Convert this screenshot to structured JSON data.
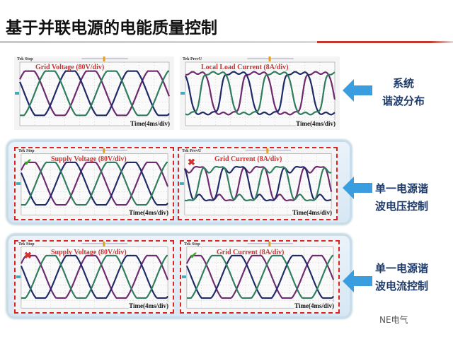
{
  "title": "基于并联电源的电能质量控制",
  "rows": [
    {
      "label_lines": [
        "系统",
        "谐波分布"
      ],
      "scopes": [
        {
          "tek": "Tek Stop",
          "label": "Grid Voltage  (80V/div)",
          "time": "Time(4ms/div)",
          "mark": "",
          "wave": "sine"
        },
        {
          "tek": "Tek PrevU",
          "label": "Local Load Current  (8A/div)",
          "time": "Time(4ms/div)",
          "mark": "",
          "wave": "square"
        }
      ]
    },
    {
      "label_lines": [
        "单一电源谐",
        "波电压控制"
      ],
      "scopes": [
        {
          "tek": "Tek Stop",
          "label": "Supply Voltage  (80V/div)",
          "time": "Time(4ms/div)",
          "mark": "✔",
          "wave": "sine"
        },
        {
          "tek": "Tek PrevU",
          "label": "Grid Current  (8A/div)",
          "time": "Time(4ms/div)",
          "mark": "✖",
          "wave": "distorted"
        }
      ]
    },
    {
      "label_lines": [
        "单一电源谐",
        "波电流控制"
      ],
      "scopes": [
        {
          "tek": "Tek Stop",
          "label": "Supply Voltage  (80V/div)",
          "time": "Time(4ms/div)",
          "mark": "✖",
          "wave": "sine"
        },
        {
          "tek": "Tek Stop",
          "label": "Grid Current  (8A/div)",
          "time": "Time(4ms/div)",
          "mark": "✔",
          "wave": "sine"
        }
      ]
    }
  ],
  "watermark": "NE电气",
  "colors": {
    "phaseA": "#6e2a6e",
    "phaseB": "#1f2a66",
    "phaseC": "#2f7d5e",
    "arrow": "#3a9de0",
    "check": "#3aa52a",
    "cross": "#d63030"
  }
}
